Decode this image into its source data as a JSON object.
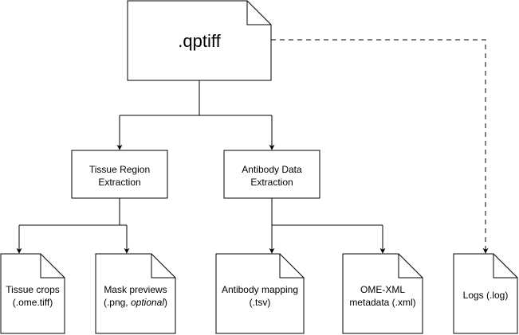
{
  "diagram": {
    "source_file": {
      "label": ".qptiff"
    },
    "processes": {
      "tissue": {
        "line1": "Tissue Region",
        "line2": "Extraction"
      },
      "antibody": {
        "line1": "Antibody Data",
        "line2": "Extraction"
      }
    },
    "outputs": {
      "tissue_crops": {
        "line1": "Tissue crops",
        "line2": "(.ome.tiff)"
      },
      "mask_previews": {
        "line1": "Mask previews",
        "line2_plain": "(.png, ",
        "line2_italic": "optional",
        "line2_end": ")"
      },
      "antibody_mapping": {
        "line1": "Antibody mapping",
        "line2": "(.tsv)"
      },
      "ome_xml": {
        "line1": "OME-XML",
        "line2": "metadata (.xml)"
      },
      "logs": {
        "line1": "Logs (.log)"
      }
    }
  }
}
